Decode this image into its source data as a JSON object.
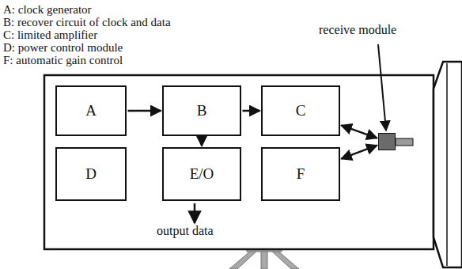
{
  "diagram": {
    "nodes": [
      {
        "text": [
          "A"
        ]
      },
      {
        "text": [
          "B"
        ]
      },
      {
        "text": [
          "C"
        ]
      },
      {
        "text": [
          "D"
        ]
      },
      {
        "text": [
          "E/O"
        ]
      },
      {
        "text": [
          "F"
        ]
      },
      {
        "text": [
          "receive module"
        ]
      }
    ],
    "edges": [
      {
        "from": 0,
        "to": 1,
        "arrow": "to"
      },
      {
        "from": 1,
        "to": 2,
        "arrow": "to"
      },
      {
        "from": 1,
        "to": 4,
        "arrow": "to"
      },
      {
        "from": 6,
        "to": 2,
        "arrow": "both"
      },
      {
        "from": 6,
        "to": 5,
        "arrow": "both"
      }
    ],
    "labels": [
      "A: clock generator",
      "B: recover circuit of clock and data",
      "C: limited amplifier",
      "D: power control module",
      "F: automatic gain control",
      "output data"
    ]
  }
}
